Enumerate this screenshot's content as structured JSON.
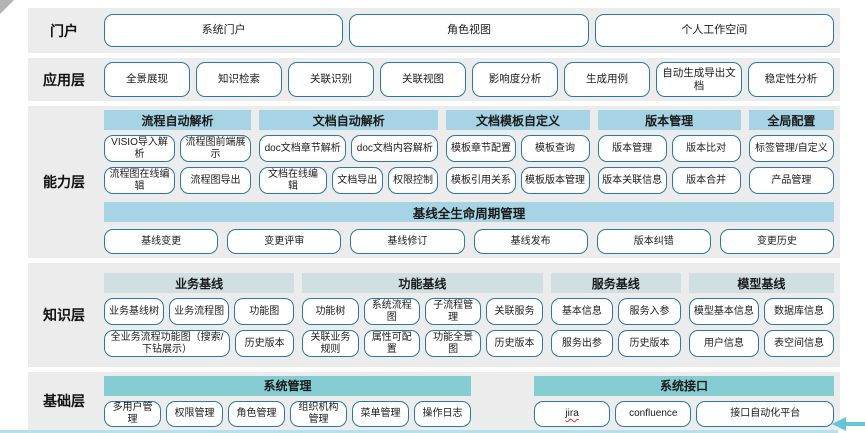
{
  "layers": {
    "portal": {
      "label": "门户",
      "items": [
        "系统门户",
        "角色视图",
        "个人工作空间"
      ]
    },
    "application": {
      "label": "应用层",
      "items": [
        "全景展现",
        "知识检索",
        "关联识别",
        "关联视图",
        "影响度分析",
        "生成用例",
        "自动生成导出文档",
        "稳定性分析"
      ]
    },
    "capability": {
      "label": "能力层",
      "groups": [
        {
          "header": "流程自动解析",
          "rows": [
            [
              "VISIO导入解析",
              "流程图前端展示"
            ],
            [
              "流程图在线编辑",
              "流程图导出"
            ]
          ]
        },
        {
          "header": "文档自动解析",
          "rows": [
            [
              "doc文档章节解析",
              "doc文档内容解析"
            ],
            [
              "文档在线编辑",
              "文档导出",
              "权限控制"
            ]
          ]
        },
        {
          "header": "文档模板自定义",
          "rows": [
            [
              "模板章节配置",
              "模板查询"
            ],
            [
              "模板引用关系",
              "模板版本管理"
            ]
          ]
        },
        {
          "header": "版本管理",
          "rows": [
            [
              "版本管理",
              "版本比对"
            ],
            [
              "版本关联信息",
              "版本合并"
            ]
          ]
        },
        {
          "header": "全局配置",
          "rows": [
            [
              "标签管理/自定义"
            ],
            [
              "产品管理"
            ]
          ]
        }
      ],
      "baseline_bar": "基线全生命周期管理",
      "baseline_items": [
        "基线变更",
        "变更评审",
        "基线修订",
        "基线发布",
        "版本纠错",
        "变更历史"
      ]
    },
    "knowledge": {
      "label": "知识层",
      "groups": [
        {
          "header": "业务基线",
          "rows": [
            [
              "业务基线树",
              "业务流程图",
              "功能图"
            ],
            [
              "全业务流程功能图（搜索/下钻展示）",
              "历史版本"
            ]
          ]
        },
        {
          "header": "功能基线",
          "rows": [
            [
              "功能树",
              "系统流程图",
              "子流程管理",
              "关联服务"
            ],
            [
              "关联业务规则",
              "属性可配置",
              "功能全景图",
              "历史版本"
            ]
          ]
        },
        {
          "header": "服务基线",
          "rows": [
            [
              "基本信息",
              "服务入参"
            ],
            [
              "服务出参",
              "历史版本"
            ]
          ]
        },
        {
          "header": "模型基线",
          "rows": [
            [
              "模型基本信息",
              "数据库信息"
            ],
            [
              "用户信息",
              "表空间信息"
            ]
          ]
        }
      ]
    },
    "foundation": {
      "label": "基础层",
      "groups": [
        {
          "header": "系统管理",
          "rows": [
            [
              "多用户管理",
              "权限管理",
              "角色管理",
              "组织机构管理",
              "菜单管理",
              "操作日志"
            ]
          ]
        },
        {
          "header": "系统接口",
          "rows": [
            [
              "jira",
              "confluence",
              "接口自动化平台"
            ]
          ]
        }
      ]
    }
  },
  "colors": {
    "capability_header": "#a7d4e4",
    "knowledge_header": "#cfdfe2",
    "foundation_header": "#85ccd3",
    "button_border": "#2b7a9b",
    "row_background": "#ececec",
    "bottom_line": "#b5e0ec",
    "arrow": "#63c5d5",
    "misspell_underline": "#e03131"
  }
}
